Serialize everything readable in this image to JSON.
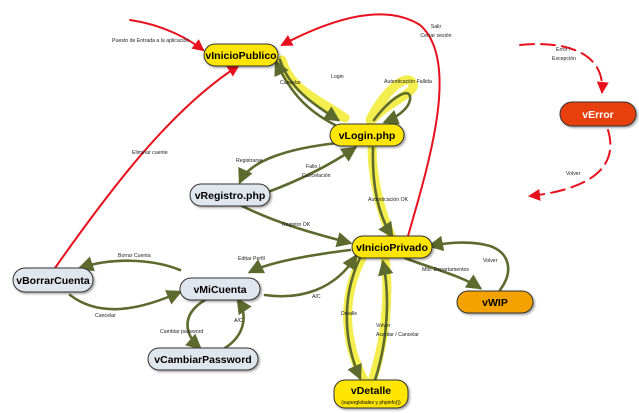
{
  "colors": {
    "yellow_node": "#ffe600",
    "orange_node": "#f4a200",
    "red_node": "#e8400c",
    "gray_node": "#dfe6ee",
    "olive_edge": "#5d6a2e",
    "red_edge": "#e8101c",
    "highlight": "#f2ec3a"
  },
  "nodes": {
    "vInicioPublico": "vInicioPublico",
    "vLogin": "vLogin.php",
    "vRegistro": "vRegistro.php",
    "vInicioPrivado": "vInicioPrivado",
    "vBorrarCuenta": "vBorrarCuenta",
    "vMiCuenta": "vMiCuenta",
    "vCambiarPassword": "vCambiarPassword",
    "vDetalle": "vDetalle",
    "vDetalle_sub": "(superglobales y phpinfo())",
    "vWIP": "vWIP",
    "vError": "vError"
  },
  "edge_labels": {
    "entry": "Puesto de Entrada a la aplicación",
    "salir_1": "Salir",
    "salir_2": "Cerrar sesión",
    "login": "Login",
    "cancelar_login": "Cancelar",
    "auth_fallida": "Autenticación Fallida",
    "eliminar": "Eliminar cuente",
    "registrarse": "Registrarse",
    "fallo_1": "Fallo /",
    "fallo_2": "Cancelación",
    "auth_ok": "Autenticación OK",
    "registro_ok": "Registro OK",
    "editar_perfil": "Editar Perfil",
    "borrar_cuenta": "Borrar Cuenta",
    "cancelar_borrar": "Cancelar",
    "ac_1": "A/C",
    "ac_2": "A/C",
    "cambiar_password": "Cambiar password",
    "mto_dep": "Mto. Departamentos",
    "volver_wip": "Volver",
    "detalle": "Detalle",
    "volver_det_1": "Volver",
    "volver_det_2": "Aceptar / Cancelar",
    "error_1": "Error /",
    "error_2": "Excepción",
    "volver_err": "Volver"
  }
}
